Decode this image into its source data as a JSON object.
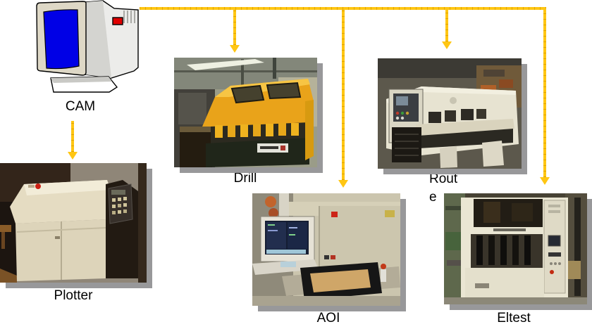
{
  "background": "#ffffff",
  "colors": {
    "arrow": "#ffc613",
    "photo_shadow": "#98989a",
    "label_text": "#000000",
    "monitor_screen_blue": "#0000e6",
    "power_button_red": "#e00000"
  },
  "cam": {
    "label": "CAM",
    "icon": "desktop-computer-icon"
  },
  "stations": [
    {
      "id": "plotter",
      "label": "Plotter",
      "photo_icon": "photoplotter-machine-photo"
    },
    {
      "id": "drill",
      "label": "Drill",
      "photo_icon": "drill-machine-photo"
    },
    {
      "id": "route",
      "label_line1": "Rout",
      "label_line2": "e",
      "photo_icon": "routing-machine-photo"
    },
    {
      "id": "aoi",
      "label": "AOI",
      "photo_icon": "aoi-machine-photo"
    },
    {
      "id": "eltest",
      "label": "Eltest",
      "photo_icon": "electrical-test-machine-photo"
    }
  ],
  "connections": [
    {
      "from": "cam",
      "to": "plotter"
    },
    {
      "from": "cam",
      "to": "drill"
    },
    {
      "from": "cam",
      "to": "aoi"
    },
    {
      "from": "cam",
      "to": "route"
    },
    {
      "from": "cam",
      "to": "eltest"
    }
  ]
}
